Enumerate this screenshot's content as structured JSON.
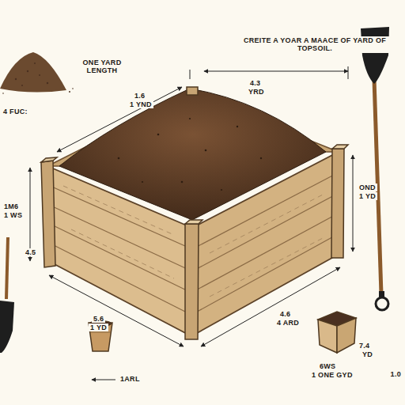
{
  "diagram": {
    "labels": [
      "ONE YARD LENGTH",
      "CREITE A YOAR A MAACE OF YARD OF TOPSOIL.",
      "4 FUC:",
      "1.6",
      "1 YND",
      "4.3",
      "YRD",
      "OND",
      "1 YD",
      "1M6",
      "1 WS",
      "4.5",
      "5.6",
      "1 YD",
      "4.6",
      "4 ARD",
      "7.4",
      "YD",
      "6WS",
      "1 ONE GYD",
      "1ARL",
      "1.0"
    ]
  }
}
